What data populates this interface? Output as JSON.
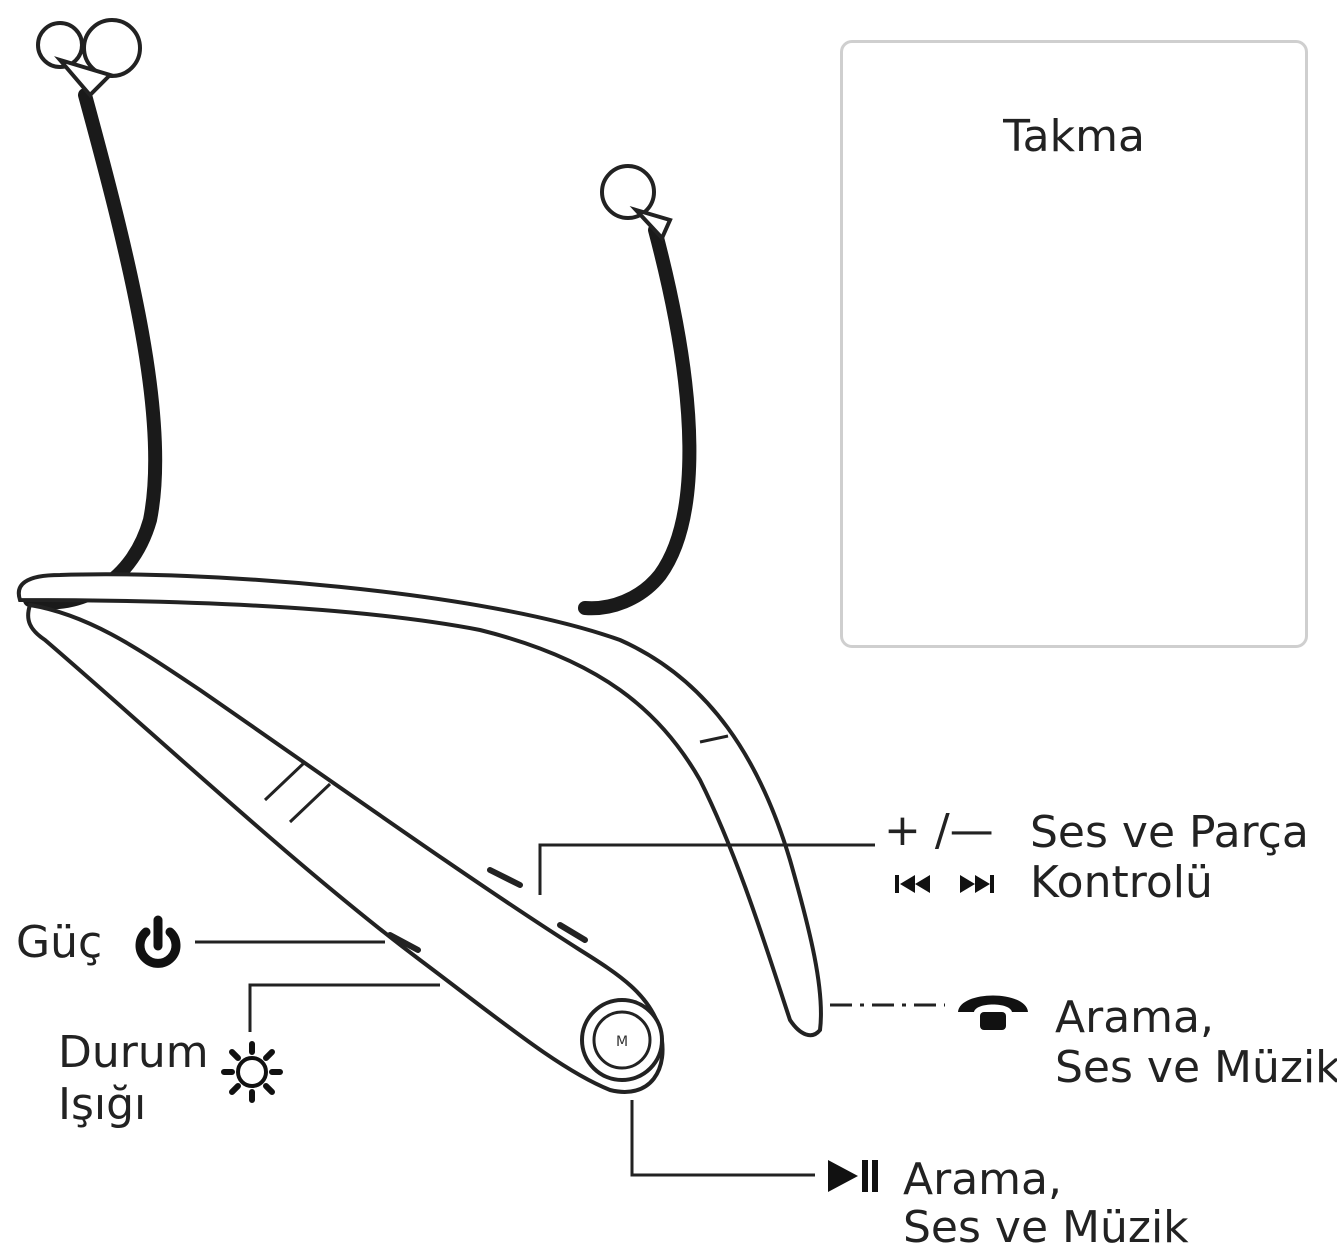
{
  "inset": {
    "title": "Takma"
  },
  "labels": {
    "volume_symbols": "+ /—",
    "track_symbols": "⏮/⏭",
    "volume_track_line1": "Ses ve Parça",
    "volume_track_line2": "Kontrolü",
    "power": "Güç",
    "status_line1": "Durum",
    "status_line2": "Işığı",
    "call_right_line1": "Arama,",
    "call_right_line2": "Ses ve Müzik",
    "play_line1": "Arama,",
    "play_line2": "Ses ve Müzik"
  },
  "icons": [
    "power-icon",
    "status-light-icon",
    "phone-icon",
    "play-pause-icon",
    "volume-icon",
    "track-icon"
  ],
  "colors": {
    "ink": "#222222",
    "hair": "#8a8a8a",
    "skin": "#e6e6e6",
    "border": "#cfcfcf"
  }
}
